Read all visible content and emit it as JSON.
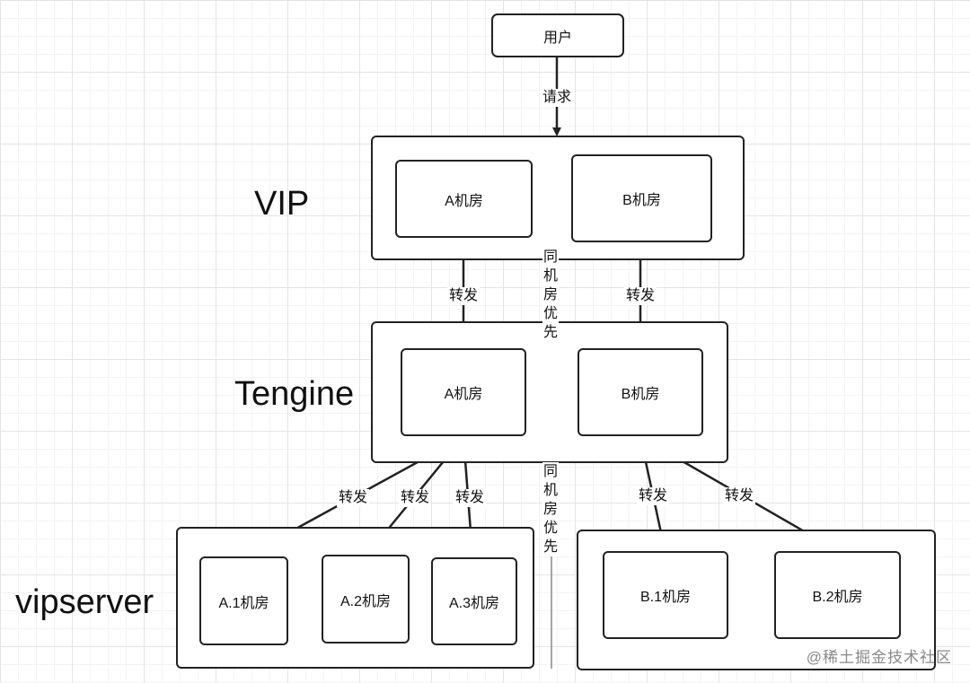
{
  "user_label": "用户",
  "request_label": "请求",
  "tiers": {
    "vip": "VIP",
    "tengine": "Tengine",
    "vipserver": "vipserver"
  },
  "vip": {
    "a": "A机房",
    "b": "B机房"
  },
  "tengine": {
    "a": "A机房",
    "b": "B机房"
  },
  "vipserver": {
    "a1": "A.1机房",
    "a2": "A.2机房",
    "a3": "A.3机房",
    "b1": "B.1机房",
    "b2": "B.2机房"
  },
  "forward_label": "转发",
  "same_room_priority": "同机房优先",
  "watermark": "@稀土掘金技术社区"
}
